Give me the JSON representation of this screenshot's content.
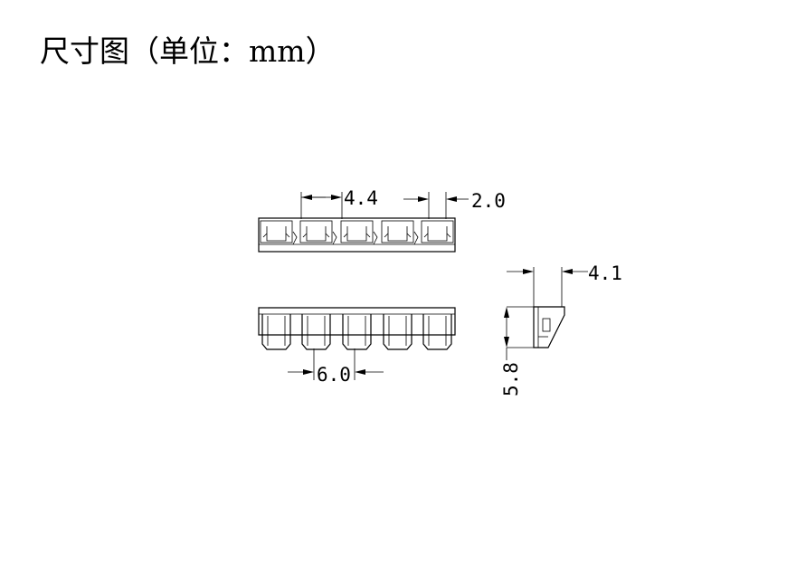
{
  "title": "尺寸图（单位：mm）",
  "dimensions": {
    "pitch_top": "4.4",
    "slot_width": "2.0",
    "side_thickness": "4.1",
    "pitch_front": "6.0",
    "height": "5.8"
  },
  "icons": [
    "dimension-arrow"
  ]
}
